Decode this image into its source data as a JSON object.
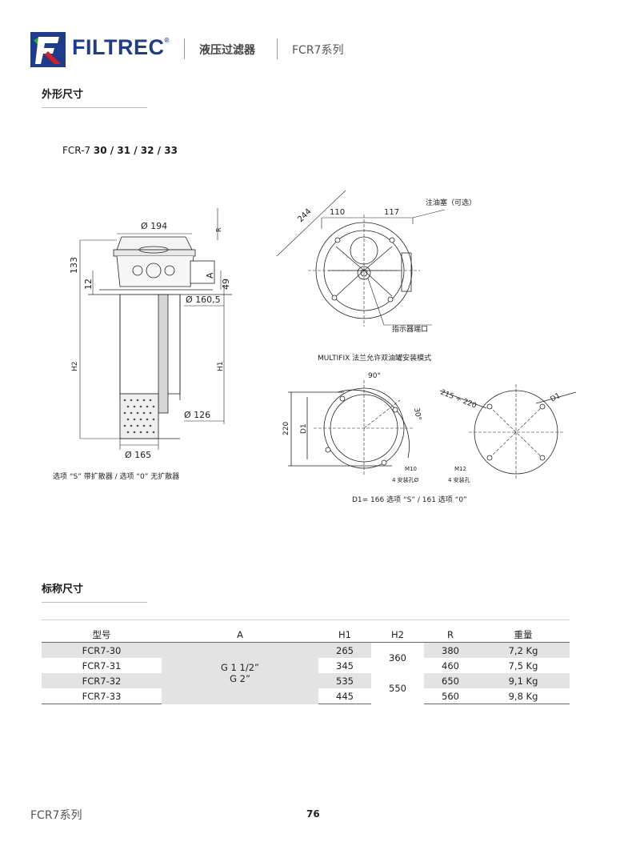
{
  "header": {
    "brand": "FILTREC",
    "brand_mark": "®",
    "category": "液压过滤器",
    "series": "FCR7系列"
  },
  "section1": {
    "title": "外形尺寸",
    "model_prefix": "FCR-7 ",
    "model_numbers": "30 / 31 / 32 / 33"
  },
  "drawing_side": {
    "dia_top": "Ø 194",
    "r_label": "R",
    "h133": "133",
    "h12": "12",
    "a_label": "A",
    "h49": "49",
    "dia_1605": "Ø 160,5",
    "h2": "H2",
    "h1": "H1",
    "dia_126": "Ø 126",
    "dia_165": "Ø 165",
    "option_note": "选项 “S” 带扩散器 / 选项 “0” 无扩散器"
  },
  "drawing_top": {
    "d244": "244",
    "d110": "110",
    "d117": "117",
    "filler_cap": "注油塞（可选）",
    "indicator_port": "指示器端口",
    "multifix_note": "MULTIFIX 法兰允许双油罐安装模式"
  },
  "drawing_flange": {
    "angle90": "90°",
    "angle30": "30°",
    "h220": "220",
    "d1": "D1",
    "m10": "M10",
    "holes_dia": "4 安装孔Ø",
    "dim215": "215 ÷ 220",
    "d1_right": "D1",
    "m12": "M12",
    "holes": "4 安装孔",
    "d1_note": "D1= 166 选项 “S” / 161 选项 “0”"
  },
  "section2": {
    "title": "标称尺寸"
  },
  "table": {
    "headers": [
      "型号",
      "A",
      "H1",
      "H2",
      "R",
      "重量"
    ],
    "rows": [
      {
        "model": "FCR7-30",
        "h1": "265",
        "r": "380",
        "weight": "7,2 Kg"
      },
      {
        "model": "FCR7-31",
        "h1": "345",
        "r": "460",
        "weight": "7,5 Kg"
      },
      {
        "model": "FCR7-32",
        "h1": "535",
        "r": "650",
        "weight": "9,1 Kg"
      },
      {
        "model": "FCR7-33",
        "h1": "445",
        "r": "560",
        "weight": "9,8 Kg"
      }
    ],
    "a_value_1": "G 1 1/2”",
    "a_value_2": "G 2”",
    "h2_values": [
      "360",
      "550"
    ]
  },
  "footer": {
    "series": "FCR7系列",
    "page": "76"
  },
  "colors": {
    "brand_blue": "#1f3c8a",
    "logo_red": "#d32027",
    "logo_green": "#3aa64a",
    "row_shade": "#e3e3e3"
  }
}
